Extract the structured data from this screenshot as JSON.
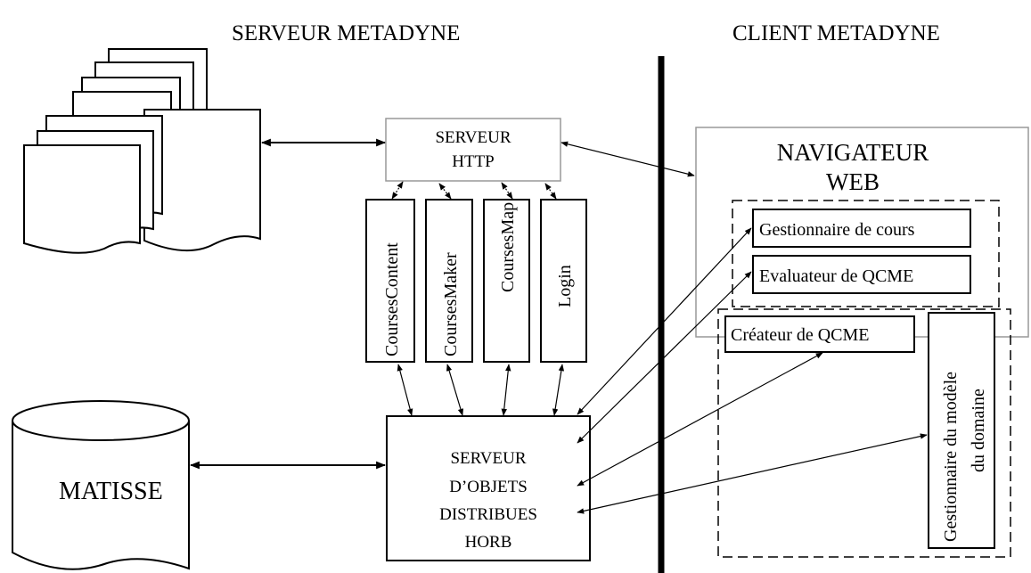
{
  "titles": {
    "server": "SERVEUR METADYNE",
    "client": "CLIENT METADYNE"
  },
  "http_server": {
    "line1": "SERVEUR",
    "line2": "HTTP"
  },
  "servlets": {
    "courses_content": "CoursesContent",
    "courses_maker": "CoursesMaker",
    "courses_map": "CoursesMap",
    "login": "Login"
  },
  "objects_server": {
    "line1": "SERVEUR",
    "line2": "D’OBJETS",
    "line3": "DISTRIBUES",
    "line4": "HORB"
  },
  "database": {
    "label": "MATISSE"
  },
  "browser": {
    "line1": "NAVIGATEUR",
    "line2": "WEB"
  },
  "client_modules": {
    "course_manager": "Gestionnaire de cours",
    "qcme_evaluator": "Evaluateur de QCME",
    "qcme_creator": "Créateur de QCME",
    "domain_model_manager_line1": "Gestionnaire du modèle",
    "domain_model_manager_line2": "du domaine"
  }
}
